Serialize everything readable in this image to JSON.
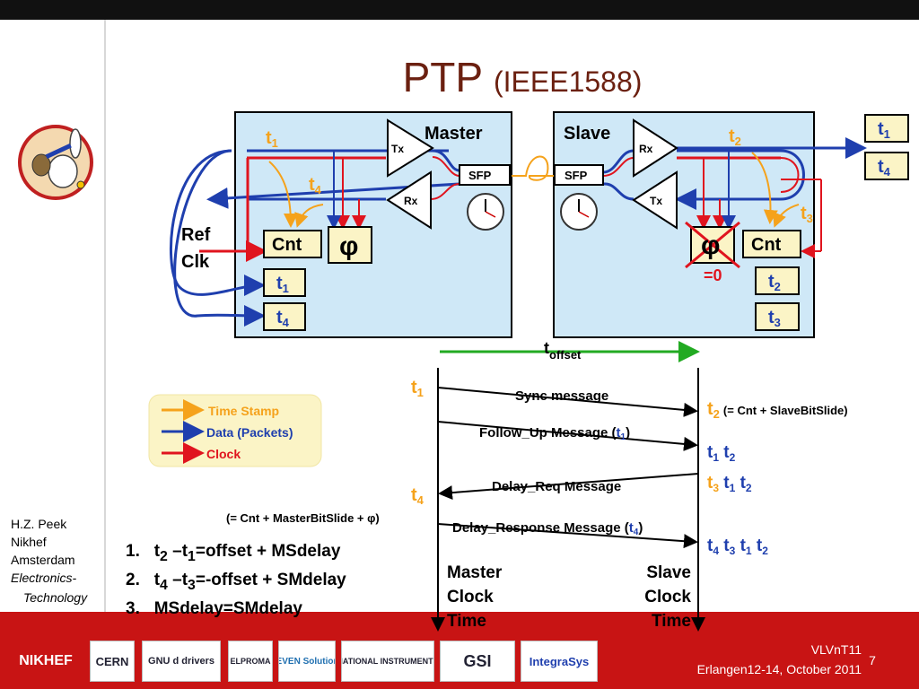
{
  "title": {
    "main": "PTP",
    "sub": "(IEEE1588)"
  },
  "master": {
    "label": "Master",
    "tx": "Tx",
    "rx": "Rx",
    "sfp": "SFP",
    "t1": "t",
    "t1_sub": "1",
    "t4": "t",
    "t4_sub": "4",
    "cnt": "Cnt",
    "phi": "φ",
    "ref": "Ref",
    "clk": "Clk",
    "reg_t1": "t",
    "reg_t1_sub": "1",
    "reg_t4": "t",
    "reg_t4_sub": "4"
  },
  "slave": {
    "label": "Slave",
    "tx": "Tx",
    "rx": "Rx",
    "sfp": "SFP",
    "t2": "t",
    "t2_sub": "2",
    "t3": "t",
    "t3_sub": "3",
    "cnt": "Cnt",
    "phi": "φ",
    "phi_zero": "=0",
    "reg_t2": "t",
    "reg_t2_sub": "2",
    "reg_t3": "t",
    "reg_t3_sub": "3"
  },
  "outside_regs": {
    "t1": "t",
    "t1_sub": "1",
    "t4": "t",
    "t4_sub": "4"
  },
  "legend": {
    "items": [
      {
        "label": "Time Stamp",
        "color": "#f5a21b"
      },
      {
        "label": "Data (Packets)",
        "color": "#1f3fae"
      },
      {
        "label": "Clock",
        "color": "#e0141e"
      }
    ]
  },
  "timing": {
    "toffset": "t",
    "toffset_sub": "offset",
    "t1": "t",
    "t1_sub": "1",
    "t4": "t",
    "t4_sub": "4",
    "sync": "Sync message",
    "followup": "Follow_Up Message (",
    "followup_t": "t",
    "followup_sub": "1",
    "followup_close": ")",
    "delayreq": "Delay_Req Message",
    "delayresp": "Delay_Response Message (",
    "delayresp_t": "t",
    "delayresp_sub": "4",
    "delayresp_close": ")",
    "t2_note_t": "t",
    "t2_note_sub": "2",
    "t2_note": "(= Cnt + SlaveBitSlide)",
    "master_note": "(= Cnt + MasterBitSlide + φ)",
    "slave_row1": [
      "t1",
      "t2"
    ],
    "slave_row2": [
      "t3",
      "t1",
      "t2"
    ],
    "slave_row3": [
      "t4",
      "t3",
      "t1",
      "t2"
    ],
    "master_axis": [
      "Master",
      "Clock",
      "Time"
    ],
    "slave_axis": [
      "Slave",
      "Clock",
      "Time"
    ]
  },
  "equations": [
    {
      "num": "1.",
      "a": "t",
      "a_sub": "2",
      "mid": " –t",
      "b_sub": "1",
      "rest": "=offset + MSdelay"
    },
    {
      "num": "2.",
      "a": "t",
      "a_sub": "4",
      "mid": " –t",
      "b_sub": "3",
      "rest": "=-offset + SMdelay"
    },
    {
      "num": "3.",
      "a": "",
      "a_sub": "",
      "mid": "",
      "b_sub": "",
      "rest": "MSdelay=SMdelay"
    }
  ],
  "author": {
    "line1": "H.Z. Peek",
    "line2": "Nikhef",
    "line3": "Amsterdam",
    "line4": "Electronics-",
    "line5": "Technology"
  },
  "logos": [
    "NIKHEF",
    "CERN",
    "GNU d drivers",
    "ELPROMA",
    "SEVEN Solutions",
    "NATIONAL INSTRUMENTS",
    "GSI",
    "IntegraSys"
  ],
  "footer": {
    "line1": "VLVnT11",
    "line2": "Erlangen12-14, October 2011",
    "page": "7"
  },
  "colors": {
    "box_fill": "#cfe8f7",
    "title": "#6b2010",
    "cell_fill": "#fbf4c6",
    "orange": "#f5a21b",
    "blue": "#1f3fae",
    "red": "#e0141e",
    "green": "#22aa22"
  }
}
